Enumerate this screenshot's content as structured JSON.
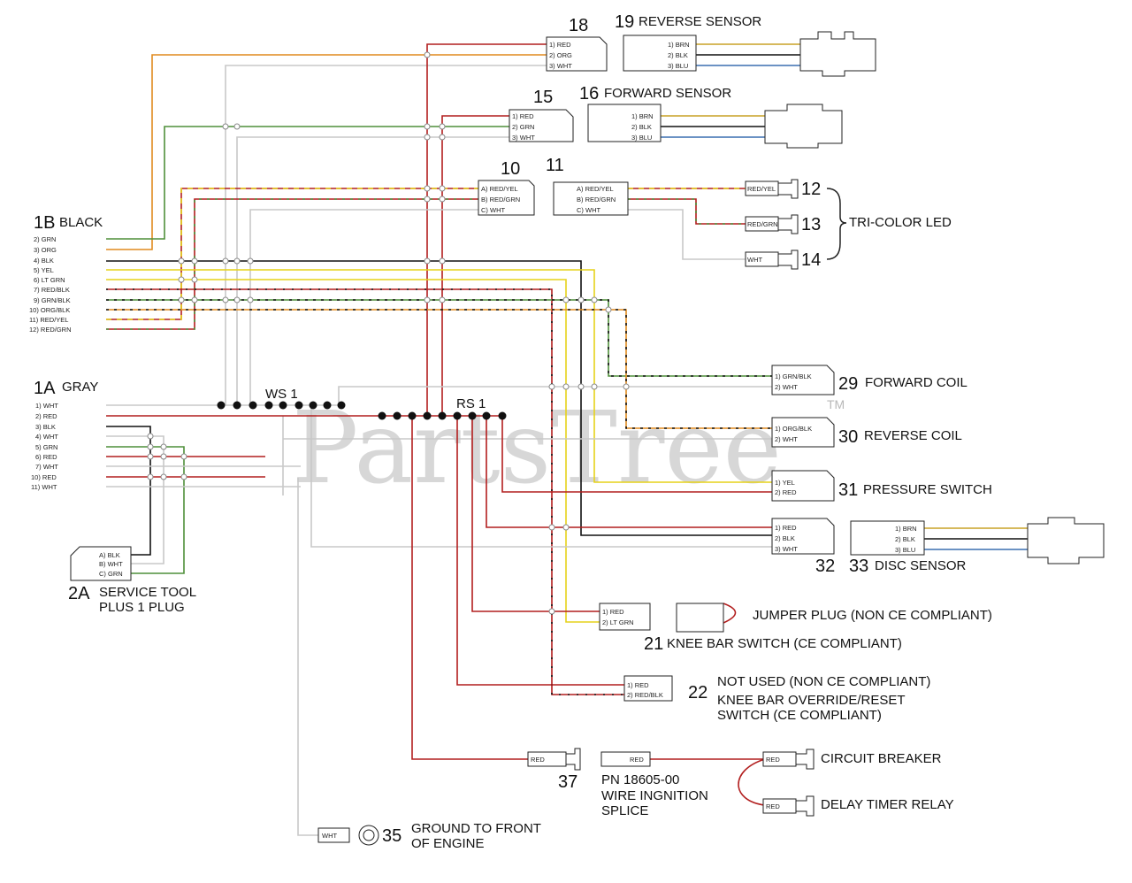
{
  "watermark": {
    "text": "PartsTree",
    "tm": "TM"
  },
  "colors": {
    "red": "#b21e1e",
    "orange": "#e08a1e",
    "green": "#4f8f3a",
    "gray": "#c8c8c8",
    "black": "#111111",
    "yellow": "#e6d21a",
    "blue": "#3a6fb0",
    "brown": "#8a5a20"
  },
  "harness_1b": {
    "id": "1B",
    "label": "BLACK",
    "pins": [
      "2) GRN",
      "3) ORG",
      "4) BLK",
      "5) YEL",
      "6) LT GRN",
      "7) RED/BLK",
      "9) GRN/BLK",
      "10) ORG/BLK",
      "11) RED/YEL",
      "12) RED/GRN"
    ]
  },
  "harness_1a": {
    "id": "1A",
    "label": "GRAY",
    "pins": [
      "1) WHT",
      "2) RED",
      "3) BLK",
      "4) WHT",
      "5) GRN",
      "6) RED",
      "7) WHT",
      "10) RED",
      "11) WHT"
    ]
  },
  "splices": {
    "ws1": "WS 1",
    "rs1": "RS 1"
  },
  "connectors": {
    "c18": {
      "id": "18",
      "pins": [
        "1) RED",
        "2) ORG",
        "3) WHT"
      ]
    },
    "c19": {
      "id": "19",
      "label": "REVERSE SENSOR",
      "pins": [
        "1) BRN",
        "2) BLK",
        "3) BLU"
      ]
    },
    "c15": {
      "id": "15",
      "pins": [
        "1) RED",
        "2) GRN",
        "3) WHT"
      ]
    },
    "c16": {
      "id": "16",
      "label": "FORWARD SENSOR",
      "pins": [
        "1) BRN",
        "2) BLK",
        "3) BLU"
      ]
    },
    "c10": {
      "id": "10",
      "pins": [
        "A) RED/YEL",
        "B) RED/GRN",
        "C) WHT"
      ]
    },
    "c11": {
      "id": "11",
      "pins": [
        "A) RED/YEL",
        "B) RED/GRN",
        "C) WHT"
      ]
    },
    "c12": {
      "id": "12",
      "pin": "RED/YEL"
    },
    "c13": {
      "id": "13",
      "pin": "RED/GRN"
    },
    "c14": {
      "id": "14",
      "pin": "WHT"
    },
    "tri_led": {
      "label": "TRI-COLOR LED"
    },
    "c29": {
      "id": "29",
      "label": "FORWARD COIL",
      "pins": [
        "1) GRN/BLK",
        "2) WHT"
      ]
    },
    "c30": {
      "id": "30",
      "label": "REVERSE COIL",
      "pins": [
        "1) ORG/BLK",
        "2) WHT"
      ]
    },
    "c31": {
      "id": "31",
      "label": "PRESSURE SWITCH",
      "pins": [
        "1) YEL",
        "2) RED"
      ]
    },
    "c32": {
      "id": "32",
      "pins": [
        "1) RED",
        "2) BLK",
        "3) WHT"
      ]
    },
    "c33": {
      "id": "33",
      "label": "DISC SENSOR",
      "pins": [
        "1) BRN",
        "2) BLK",
        "3) BLU"
      ]
    },
    "c2a": {
      "id": "2A",
      "label1": "SERVICE TOOL",
      "label2": "PLUS 1 PLUG",
      "pins": [
        "A) BLK",
        "B) WHT",
        "C) GRN"
      ]
    },
    "c21": {
      "id": "21",
      "label": "KNEE BAR SWITCH (CE COMPLIANT)",
      "pins": [
        "1) RED",
        "2) LT GRN"
      ]
    },
    "jumper": {
      "label": "JUMPER PLUG (NON CE COMPLIANT)"
    },
    "c22": {
      "id": "22",
      "label1": "NOT USED (NON CE COMPLIANT)",
      "label2": "KNEE BAR OVERRIDE/RESET",
      "label3": "SWITCH (CE COMPLIANT)",
      "pins": [
        "1) RED",
        "2) RED/BLK"
      ]
    },
    "c37": {
      "id": "37",
      "pin": "RED"
    },
    "splice_pn": {
      "label1": "PN 18605-00",
      "label2": "WIRE INGNITION",
      "label3": "SPLICE",
      "pin": "RED"
    },
    "breaker": {
      "label": "CIRCUIT BREAKER",
      "pin": "RED"
    },
    "relay": {
      "label": "DELAY TIMER RELAY",
      "pin": "RED"
    },
    "c35": {
      "id": "35",
      "label1": "GROUND TO FRONT",
      "label2": "OF ENGINE",
      "pin": "WHT"
    }
  }
}
